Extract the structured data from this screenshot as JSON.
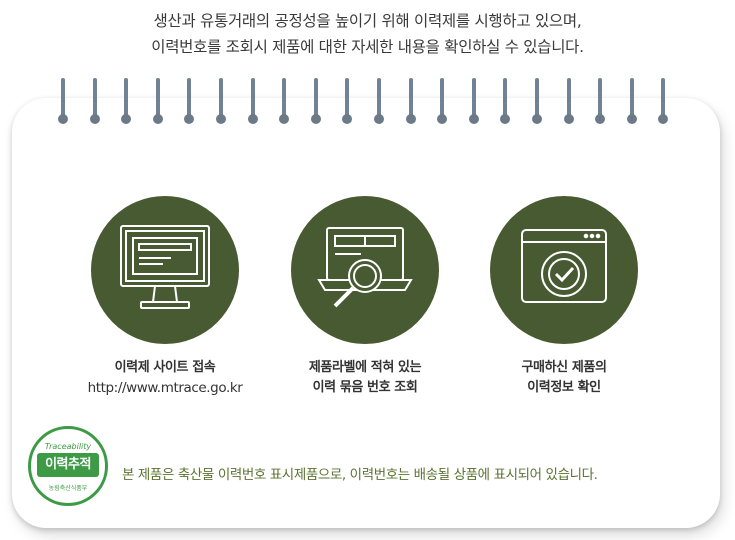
{
  "intro": {
    "line1": "생산과 유통거래의 공정성을 높이기 위해 이력제를 시행하고 있으며,",
    "line2": "이력번호를 조회시 제품에 대한 자세한 내용을 확인하실 수 있습니다."
  },
  "colors": {
    "circle": "#485a31",
    "badge_green": "#3d9a45",
    "note_text": "#5b7330",
    "ring": "#6f8296"
  },
  "features": [
    {
      "icon": "monitor-icon",
      "line1": "이력제 사이트 접속",
      "line2": "http://www.mtrace.go.kr"
    },
    {
      "icon": "laptop-search-icon",
      "line1": "제품라벨에 적혀 있는",
      "line2": "이력 묶음 번호 조회"
    },
    {
      "icon": "browser-check-icon",
      "line1": "구매하신 제품의",
      "line2": "이력정보 확인"
    }
  ],
  "badge": {
    "top": "Traceability",
    "main": "이력추적",
    "bottom": "농림축산식품부"
  },
  "note": "본 제품은 축산물 이력번호 표시제품으로,  이력번호는 배송될 상품에 표시되어 있습니다."
}
